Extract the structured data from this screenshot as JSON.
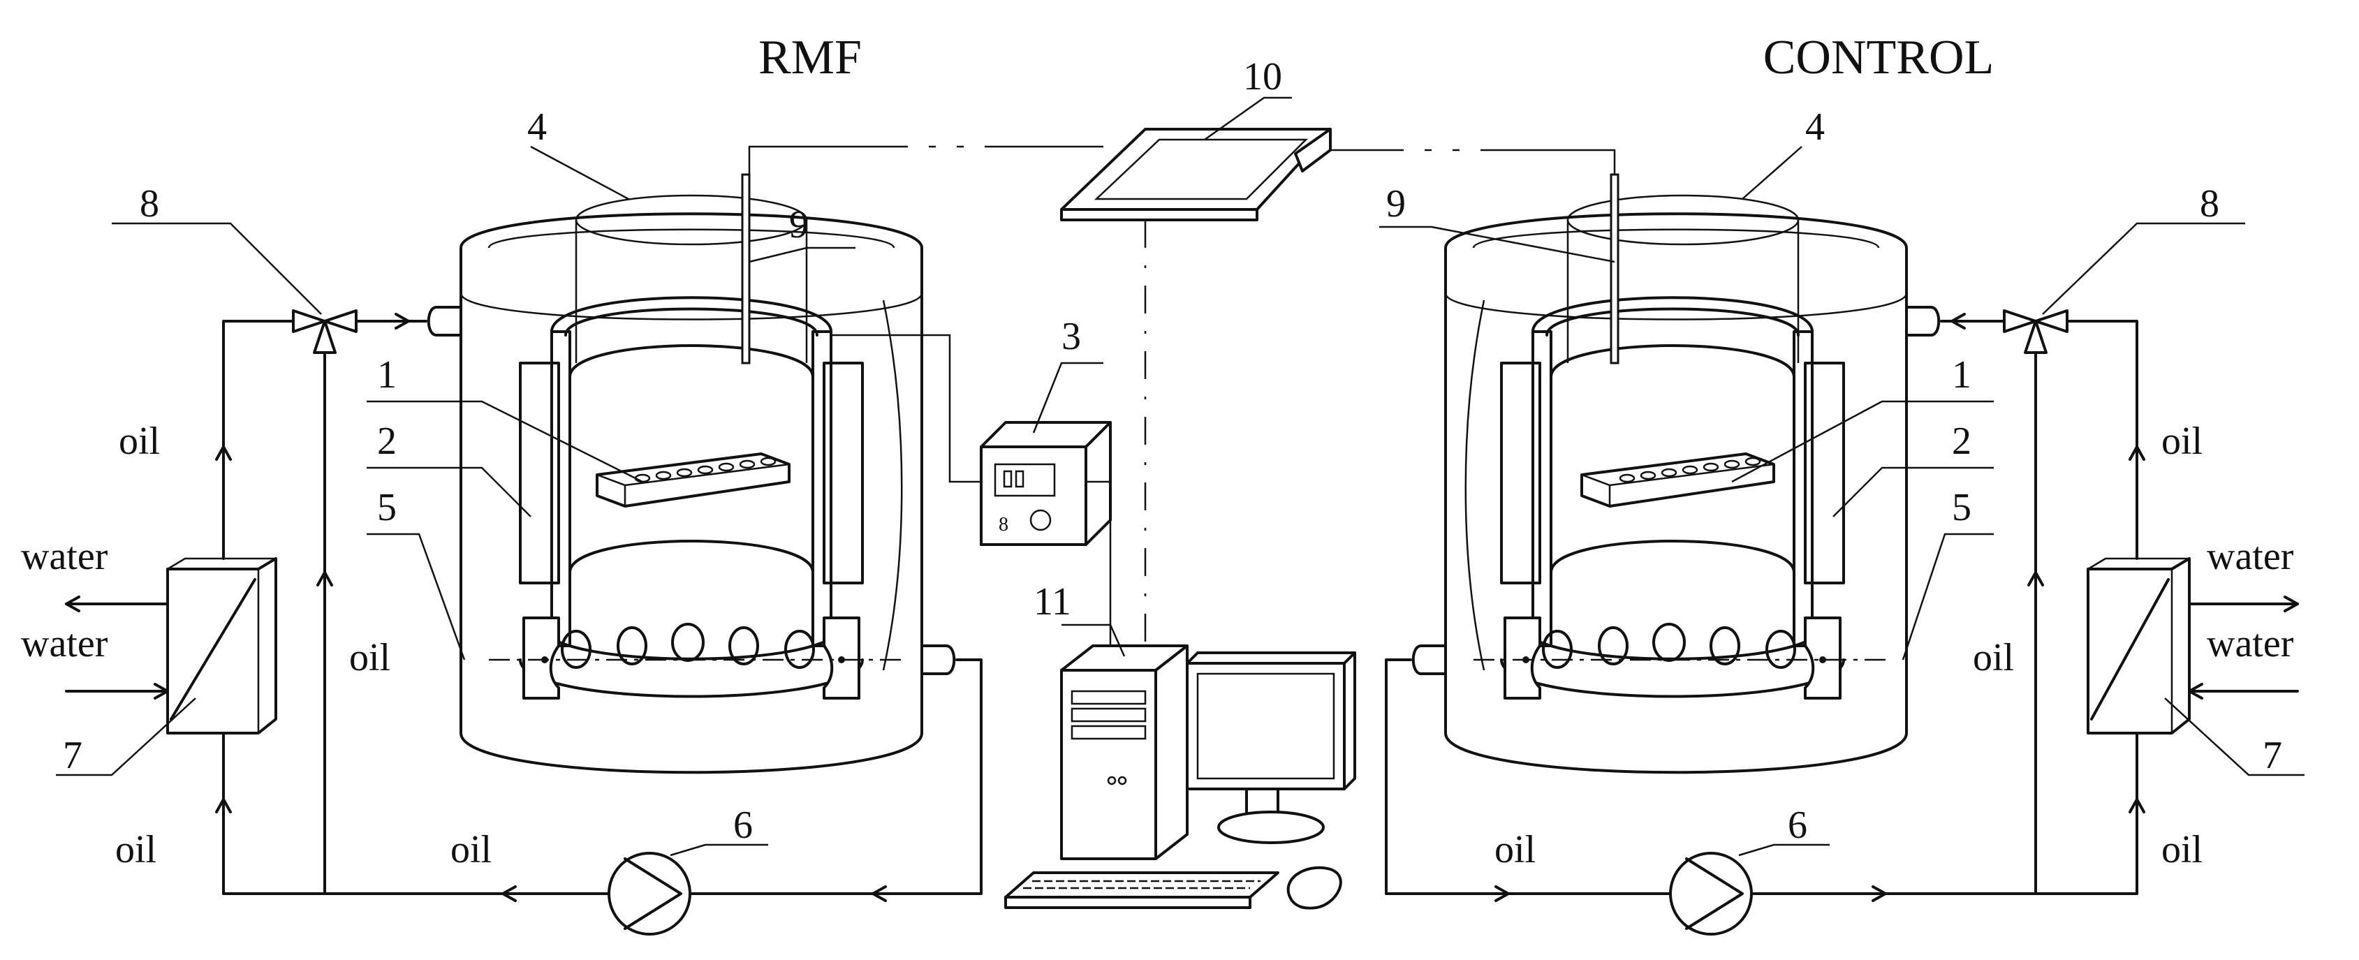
{
  "titles": {
    "left": "RMF",
    "right": "CONTROL"
  },
  "callouts": {
    "n1": "1",
    "n2": "2",
    "n3": "3",
    "n4": "4",
    "n5": "5",
    "n6": "6",
    "n7": "7",
    "n8": "8",
    "n9": "9",
    "n10": "10",
    "n11": "11"
  },
  "flow_labels": {
    "oil": "oil",
    "water": "water"
  },
  "icons": [
    "pump-icon",
    "heat-exchanger-icon",
    "three-way-valve-icon",
    "computer-icon",
    "monitor-icon",
    "keyboard-icon",
    "mouse-icon",
    "controller-icon",
    "data-logger-icon"
  ]
}
